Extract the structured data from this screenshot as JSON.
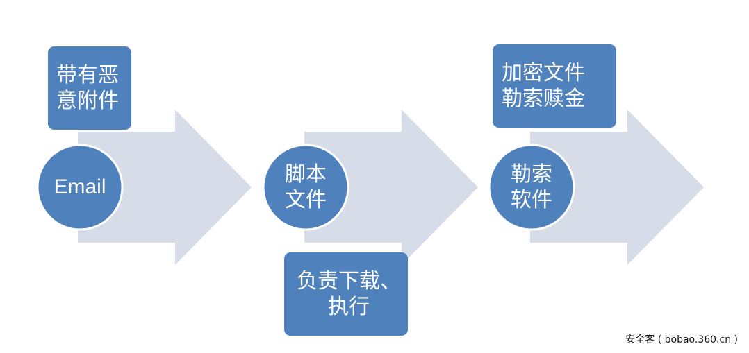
{
  "diagram": {
    "steps": [
      {
        "node": "Email",
        "callout": [
          "带有恶",
          "意附件"
        ]
      },
      {
        "node": [
          "脚本",
          "文件"
        ],
        "callout": [
          "负责下载、",
          "执行"
        ]
      },
      {
        "node": [
          "勒索",
          "软件"
        ],
        "callout": [
          "加密文件",
          "勒索赎金"
        ]
      }
    ]
  },
  "watermark": "安全客 ( bobao.360.cn )",
  "colors": {
    "node_fill": "#4f81bd",
    "arrow_fill": "#d6dde9",
    "text": "#ffffff"
  }
}
